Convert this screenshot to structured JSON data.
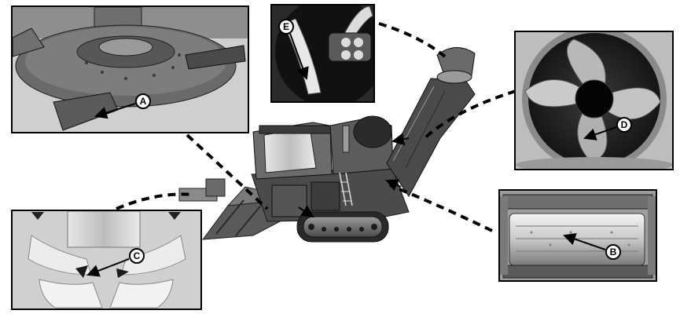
{
  "figure": {
    "background": "#ffffff",
    "line_color": "#000000",
    "callouts": [
      {
        "id": "A",
        "label": "A",
        "part": "base-cutter-disc"
      },
      {
        "id": "B",
        "label": "B",
        "part": "chopper-drum"
      },
      {
        "id": "C",
        "label": "C",
        "part": "feed-roller-bottom"
      },
      {
        "id": "D",
        "label": "D",
        "part": "primary-extractor-fan"
      },
      {
        "id": "E",
        "label": "E",
        "part": "secondary-extractor-fan"
      }
    ]
  }
}
